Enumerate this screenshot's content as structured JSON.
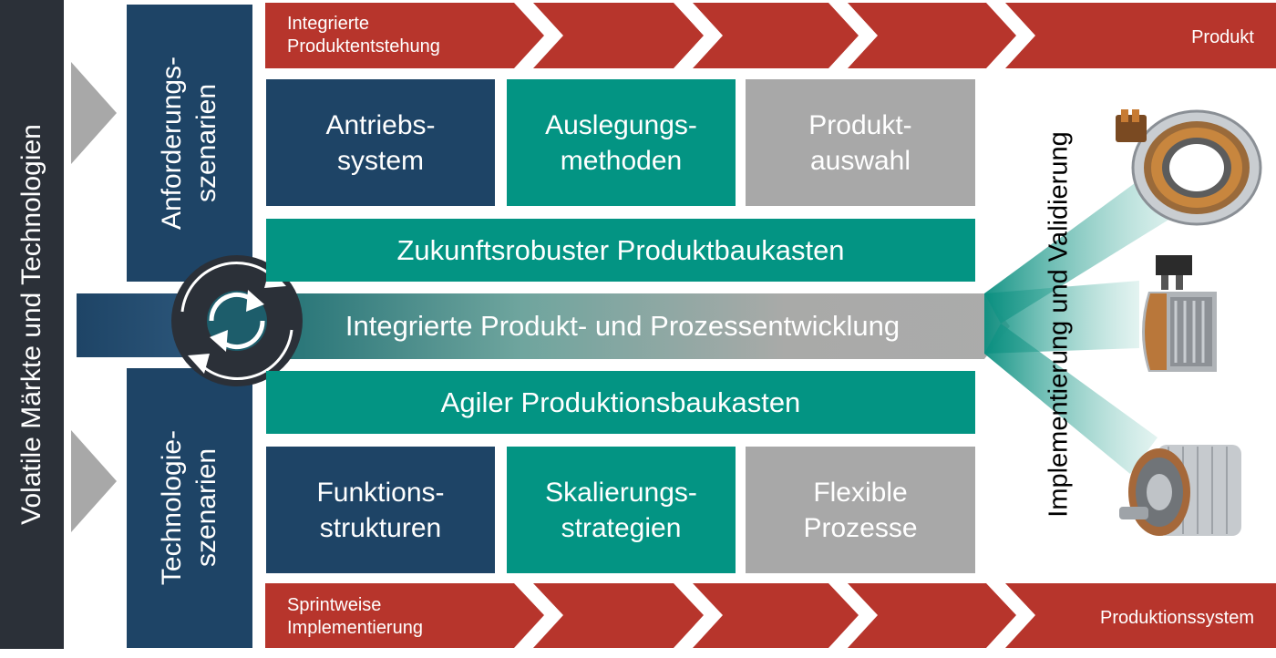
{
  "left_bar": {
    "label": "Volatile Märkte und Technologien"
  },
  "scenarios": {
    "top": "Anforderungs-\nszenarien",
    "bottom": "Technologie-\nszenarien",
    "cycle_icon": "refresh-cycle-icon"
  },
  "top_process": {
    "start": "Integrierte\nProduktentstehung",
    "end": "Produkt"
  },
  "bottom_process": {
    "start": "Sprintweise\nImplementierung",
    "end": "Produktionssystem"
  },
  "top_tiles": [
    {
      "label": "Antriebs-\nsystem"
    },
    {
      "label": "Auslegungs-\nmethoden"
    },
    {
      "label": "Produkt-\nauswahl"
    }
  ],
  "bands": {
    "product": "Zukunftsrobuster Produktbaukasten",
    "integration": "Integrierte Produkt- und Prozessentwicklung",
    "production": "Agiler Produktionsbaukasten"
  },
  "bottom_tiles": [
    {
      "label": "Funktions-\nstrukturen"
    },
    {
      "label": "Skalierungs-\nstrategien"
    },
    {
      "label": "Flexible\nProzesse"
    }
  ],
  "right_label": "Implementierung und Validierung",
  "images": [
    "stator-ring-image",
    "motor-cutaway-image",
    "electric-motor-image"
  ],
  "colors": {
    "navy": "#1e4466",
    "teal": "#039483",
    "grey": "#a8a8a8",
    "red": "#b7352c",
    "dark": "#2b3038"
  }
}
